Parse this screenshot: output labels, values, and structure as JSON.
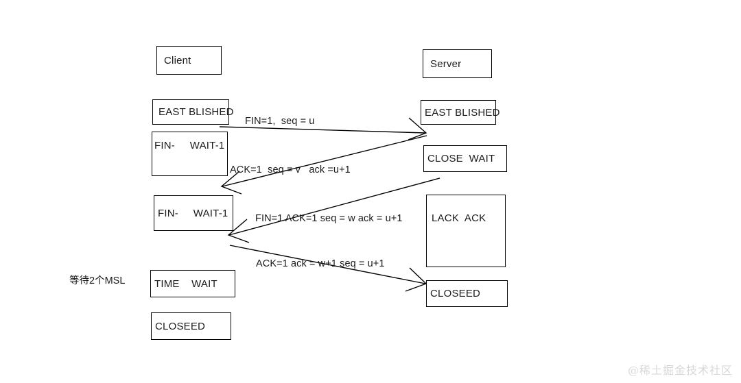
{
  "diagram": {
    "title": "TCP four-way handshake (connection termination) state diagram",
    "stroke_color": "#000000",
    "text_color": "#1a1a1a",
    "background": "#ffffff"
  },
  "lanes": [
    {
      "id": "client",
      "label": "Client"
    },
    {
      "id": "server",
      "label": "Server"
    }
  ],
  "client_states": [
    {
      "id": "client-established",
      "label": "EAST BLISHED"
    },
    {
      "id": "client-fin-wait-1",
      "label": "FIN-     WAIT-1"
    },
    {
      "id": "client-fin-wait-2",
      "label": "FIN-     WAIT-1"
    },
    {
      "id": "client-time-wait",
      "label": "TIME    WAIT"
    },
    {
      "id": "client-closed",
      "label": "CLOSEED"
    }
  ],
  "server_states": [
    {
      "id": "server-established",
      "label": "EAST BLISHED"
    },
    {
      "id": "server-close-wait",
      "label": "CLOSE  WAIT"
    },
    {
      "id": "server-lack-ack",
      "label": "LACK  ACK"
    },
    {
      "id": "server-closed",
      "label": "CLOSEED"
    }
  ],
  "messages": [
    {
      "id": "msg-fin-1",
      "label": "FIN=1,  seq = u",
      "direction": "client-to-server"
    },
    {
      "id": "msg-ack-1",
      "label": "ACK=1  seq = v   ack =u+1",
      "direction": "server-to-client"
    },
    {
      "id": "msg-fin-ack",
      "label": "FIN=1 ACK=1 seq = w ack = u+1",
      "direction": "server-to-client"
    },
    {
      "id": "msg-ack-2",
      "label": "ACK=1 ack = w+1 seq = u+1",
      "direction": "client-to-server"
    }
  ],
  "annotations": [
    {
      "id": "wait-msl-note",
      "label": "等待2个MSL"
    }
  ],
  "watermark": {
    "label": "@稀土掘金技术社区"
  }
}
